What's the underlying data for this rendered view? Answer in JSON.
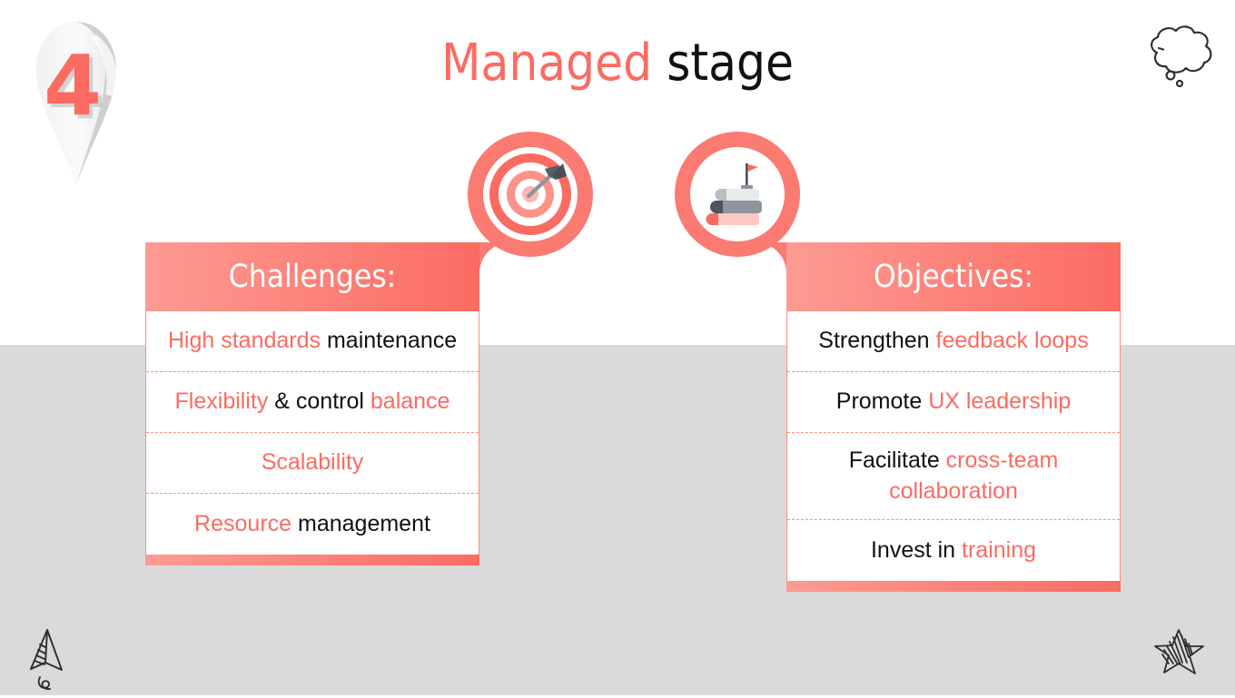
{
  "slide": {
    "number": "4",
    "title": {
      "highlight": "Managed",
      "rest": "stage"
    },
    "colors": {
      "accent": "#fb6b62",
      "accent_light": "#fd9b93",
      "badge_ring": "#fb7a71",
      "text_dark": "#111111",
      "bg_top": "#ffffff",
      "bg_bottom": "#dadada"
    }
  },
  "cards": {
    "challenges": {
      "heading": "Challenges:",
      "icon": "target-dartboard-icon",
      "rows": [
        {
          "lead": "High standards",
          "lead_color": "accent",
          "tail": "maintenance",
          "tail_color": "dark"
        },
        {
          "lead": "Flexibility",
          "lead_color": "accent",
          "mid": " & control ",
          "tail": "balance",
          "tail_color": "accent"
        },
        {
          "lead": "Scalability",
          "lead_color": "accent",
          "tail": "",
          "tail_color": "dark"
        },
        {
          "lead": "Resource",
          "lead_color": "accent",
          "tail": "management",
          "tail_color": "dark"
        }
      ]
    },
    "objectives": {
      "heading": "Objectives:",
      "icon": "stack-of-books-icon",
      "rows": [
        {
          "lead": "Strengthen ",
          "lead_color": "dark",
          "tail": "feedback loops",
          "tail_color": "accent"
        },
        {
          "lead": "Promote ",
          "lead_color": "dark",
          "tail": "UX leadership",
          "tail_color": "accent"
        },
        {
          "lead": "Facilitate ",
          "lead_color": "dark",
          "tail": "cross-team collaboration",
          "tail_color": "accent"
        },
        {
          "lead": "Invest in ",
          "lead_color": "dark",
          "tail": "training",
          "tail_color": "accent"
        }
      ]
    }
  },
  "decorations": {
    "thought_bubble": "thought-bubble-doodle",
    "paper_plane": "paper-plane-doodle",
    "star": "star-doodle"
  }
}
